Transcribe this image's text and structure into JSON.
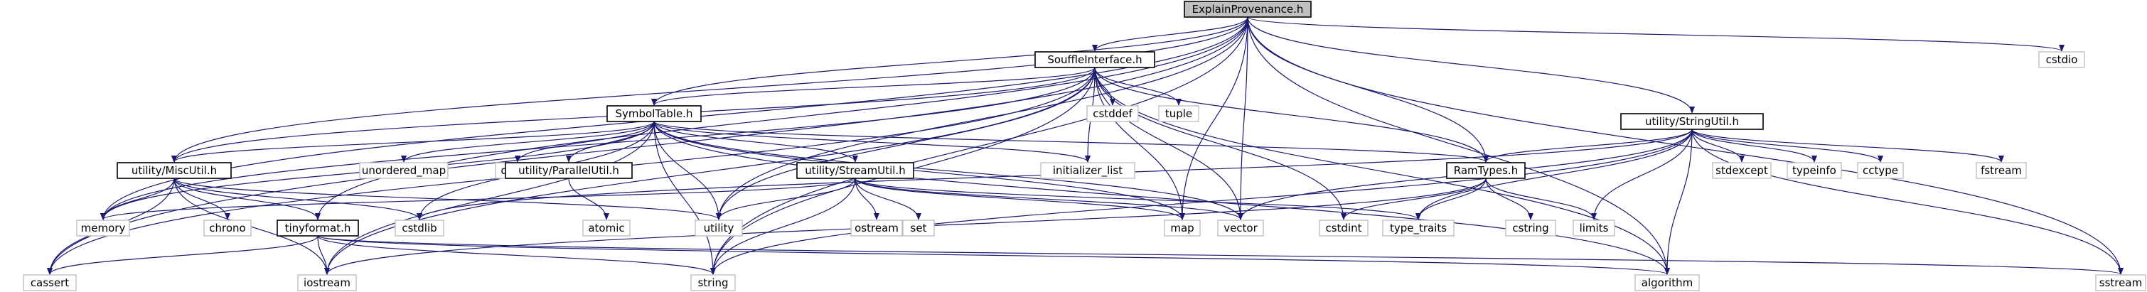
{
  "diagram": {
    "type": "include-dependency-graph",
    "edge_color": "#191970",
    "root_fill": "#bfbfbf",
    "external_stroke": "#bfbfbf",
    "nodes": [
      {
        "id": "root",
        "label": "ExplainProvenance.h",
        "kind": "root"
      },
      {
        "id": "souffle",
        "label": "SouffleInterface.h",
        "kind": "internal"
      },
      {
        "id": "cstdio",
        "label": "cstdio",
        "kind": "external"
      },
      {
        "id": "stringutil",
        "label": "utility/StringUtil.h",
        "kind": "internal"
      },
      {
        "id": "symboltable",
        "label": "SymbolTable.h",
        "kind": "internal"
      },
      {
        "id": "cstddef",
        "label": "cstddef",
        "kind": "external"
      },
      {
        "id": "tuple",
        "label": "tuple",
        "kind": "external"
      },
      {
        "id": "miscutil",
        "label": "utility/MiscUtil.h",
        "kind": "internal"
      },
      {
        "id": "unordered_map",
        "label": "unordered_map",
        "kind": "external"
      },
      {
        "id": "deque",
        "label": "deque",
        "kind": "external"
      },
      {
        "id": "parallelutil",
        "label": "utility/ParallelUtil.h",
        "kind": "internal"
      },
      {
        "id": "streamutil",
        "label": "utility/StreamUtil.h",
        "kind": "internal"
      },
      {
        "id": "initializer_list",
        "label": "initializer_list",
        "kind": "external"
      },
      {
        "id": "ramtypes",
        "label": "RamTypes.h",
        "kind": "internal"
      },
      {
        "id": "stdexcept",
        "label": "stdexcept",
        "kind": "external"
      },
      {
        "id": "typeinfo",
        "label": "typeinfo",
        "kind": "external"
      },
      {
        "id": "cctype",
        "label": "cctype",
        "kind": "external"
      },
      {
        "id": "fstream",
        "label": "fstream",
        "kind": "external"
      },
      {
        "id": "memory",
        "label": "memory",
        "kind": "external"
      },
      {
        "id": "chrono",
        "label": "chrono",
        "kind": "external"
      },
      {
        "id": "tinyformat",
        "label": "tinyformat.h",
        "kind": "internal"
      },
      {
        "id": "cstdlib",
        "label": "cstdlib",
        "kind": "external"
      },
      {
        "id": "utility",
        "label": "utility",
        "kind": "external"
      },
      {
        "id": "atomic",
        "label": "atomic",
        "kind": "external"
      },
      {
        "id": "ostream",
        "label": "ostream",
        "kind": "external"
      },
      {
        "id": "set",
        "label": "set",
        "kind": "external"
      },
      {
        "id": "map",
        "label": "map",
        "kind": "external"
      },
      {
        "id": "vector",
        "label": "vector",
        "kind": "external"
      },
      {
        "id": "cstdint",
        "label": "cstdint",
        "kind": "external"
      },
      {
        "id": "type_traits",
        "label": "type_traits",
        "kind": "external"
      },
      {
        "id": "cstring",
        "label": "cstring",
        "kind": "external"
      },
      {
        "id": "limits",
        "label": "limits",
        "kind": "external"
      },
      {
        "id": "cassert",
        "label": "cassert",
        "kind": "external"
      },
      {
        "id": "iostream",
        "label": "iostream",
        "kind": "external"
      },
      {
        "id": "string",
        "label": "string",
        "kind": "external"
      },
      {
        "id": "algorithm",
        "label": "algorithm",
        "kind": "external"
      },
      {
        "id": "sstream",
        "label": "sstream",
        "kind": "external"
      }
    ],
    "edges": [
      [
        "root",
        "souffle"
      ],
      [
        "root",
        "cstdio"
      ],
      [
        "root",
        "stringutil"
      ],
      [
        "root",
        "symboltable"
      ],
      [
        "root",
        "miscutil"
      ],
      [
        "root",
        "ramtypes"
      ],
      [
        "root",
        "memory"
      ],
      [
        "root",
        "tinyformat"
      ],
      [
        "root",
        "map"
      ],
      [
        "root",
        "vector"
      ],
      [
        "root",
        "cassert"
      ],
      [
        "root",
        "string"
      ],
      [
        "root",
        "algorithm"
      ],
      [
        "root",
        "sstream"
      ],
      [
        "root",
        "utility"
      ],
      [
        "souffle",
        "symboltable"
      ],
      [
        "souffle",
        "cstddef"
      ],
      [
        "souffle",
        "tuple"
      ],
      [
        "souffle",
        "initializer_list"
      ],
      [
        "souffle",
        "ramtypes"
      ],
      [
        "souffle",
        "memory"
      ],
      [
        "souffle",
        "map"
      ],
      [
        "souffle",
        "vector"
      ],
      [
        "souffle",
        "cstdint"
      ],
      [
        "souffle",
        "string"
      ],
      [
        "souffle",
        "algorithm"
      ],
      [
        "souffle",
        "iostream"
      ],
      [
        "souffle",
        "cassert"
      ],
      [
        "souffle",
        "utility"
      ],
      [
        "souffle",
        "miscutil"
      ],
      [
        "symboltable",
        "unordered_map"
      ],
      [
        "symboltable",
        "deque"
      ],
      [
        "symboltable",
        "parallelutil"
      ],
      [
        "symboltable",
        "streamutil"
      ],
      [
        "symboltable",
        "initializer_list"
      ],
      [
        "symboltable",
        "miscutil"
      ],
      [
        "symboltable",
        "ramtypes"
      ],
      [
        "symboltable",
        "memory"
      ],
      [
        "symboltable",
        "cstdlib"
      ],
      [
        "symboltable",
        "utility"
      ],
      [
        "symboltable",
        "map"
      ],
      [
        "symboltable",
        "vector"
      ],
      [
        "symboltable",
        "string"
      ],
      [
        "symboltable",
        "algorithm"
      ],
      [
        "symboltable",
        "iostream"
      ],
      [
        "parallelutil",
        "atomic"
      ],
      [
        "streamutil",
        "memory"
      ],
      [
        "streamutil",
        "ostream"
      ],
      [
        "streamutil",
        "set"
      ],
      [
        "streamutil",
        "map"
      ],
      [
        "streamutil",
        "vector"
      ],
      [
        "streamutil",
        "utility"
      ],
      [
        "streamutil",
        "string"
      ],
      [
        "streamutil",
        "type_traits"
      ],
      [
        "miscutil",
        "memory"
      ],
      [
        "miscutil",
        "chrono"
      ],
      [
        "miscutil",
        "tinyformat"
      ],
      [
        "miscutil",
        "cstdlib"
      ],
      [
        "miscutil",
        "utility"
      ],
      [
        "miscutil",
        "iostream"
      ],
      [
        "miscutil",
        "cassert"
      ],
      [
        "tinyformat",
        "cassert"
      ],
      [
        "tinyformat",
        "iostream"
      ],
      [
        "tinyformat",
        "string"
      ],
      [
        "tinyformat",
        "algorithm"
      ],
      [
        "tinyformat",
        "sstream"
      ],
      [
        "stringutil",
        "ramtypes"
      ],
      [
        "stringutil",
        "stdexcept"
      ],
      [
        "stringutil",
        "typeinfo"
      ],
      [
        "stringutil",
        "cctype"
      ],
      [
        "stringutil",
        "fstream"
      ],
      [
        "stringutil",
        "limits"
      ],
      [
        "stringutil",
        "sstream"
      ],
      [
        "stringutil",
        "vector"
      ],
      [
        "stringutil",
        "string"
      ],
      [
        "stringutil",
        "algorithm"
      ],
      [
        "stringutil",
        "type_traits"
      ],
      [
        "stringutil",
        "cstdlib"
      ],
      [
        "ramtypes",
        "cstdint"
      ],
      [
        "ramtypes",
        "type_traits"
      ],
      [
        "ramtypes",
        "cstring"
      ],
      [
        "ramtypes",
        "limits"
      ],
      [
        "ramtypes",
        "iostream"
      ]
    ]
  }
}
